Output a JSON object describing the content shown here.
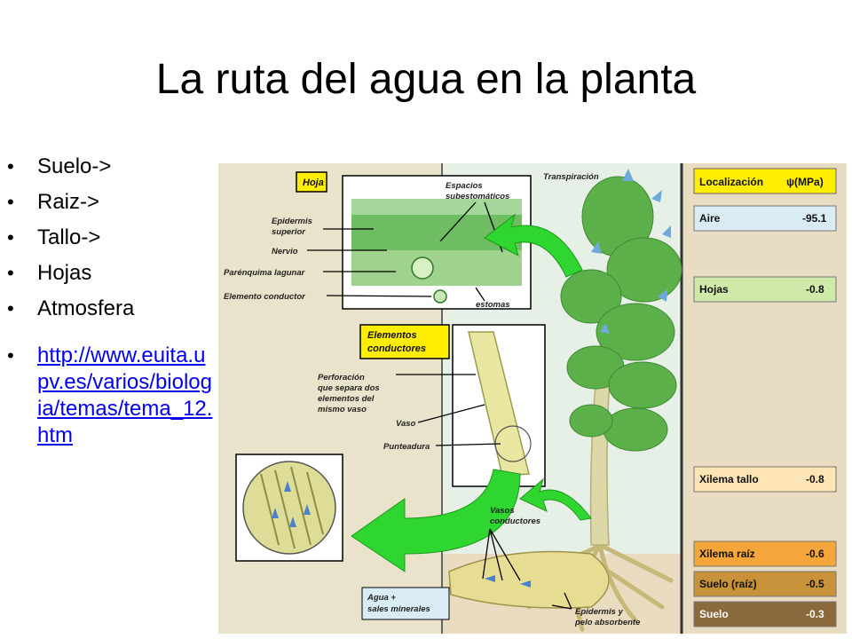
{
  "slide": {
    "title": "La ruta del agua en la planta",
    "bullets": [
      "Suelo->",
      " Raiz->",
      "Tallo->",
      "Hojas",
      "Atmosfera"
    ],
    "link": "http://www.euita.upv.es/varios/biologia/temas/tema_12.htm"
  },
  "figure": {
    "labels": {
      "hoja": "Hoja",
      "espacios1": "Espacios",
      "espacios2": "subestomáticos",
      "transpiracion": "Transpiración",
      "epidermis1": "Epidermis",
      "epidermis2": "superior",
      "nervio": "Nervio",
      "parenquima": "Parénquima lagunar",
      "elemento_conductor": "Elemento conductor",
      "estomas": "estomas",
      "elementos1": "Elementos",
      "elementos2": "conductores",
      "perforacion1": "Perforación",
      "perforacion2": "que separa dos",
      "perforacion3": "elementos del",
      "perforacion4": "mismo vaso",
      "vaso": "Vaso",
      "punteadura": "Punteadura",
      "vasos1": "Vasos",
      "vasos2": "conductores",
      "agua1": "Agua +",
      "agua2": "sales minerales",
      "epidermis_y": "Epidermis y",
      "pelo": "pelo absorbente"
    },
    "potential_table": {
      "header_location": "Localización",
      "header_psi": "ψ(MPa)",
      "rows": [
        {
          "location": "Aire",
          "value": "-95.1",
          "color": "#d9ecf4"
        },
        {
          "location": "Hojas",
          "value": "-0.8",
          "color": "#cfe9a8"
        },
        {
          "location": "Xilema tallo",
          "value": "-0.8",
          "color": "#fde5b6"
        },
        {
          "location": "Xilema raíz",
          "value": "-0.6",
          "color": "#f4a63a"
        },
        {
          "location": "Suelo (raíz)",
          "value": "-0.5",
          "color": "#c8923a"
        },
        {
          "location": "Suelo",
          "value": "-0.3",
          "color": "#8a6a3c"
        }
      ]
    },
    "colors": {
      "arrow_green": "#2fd62f",
      "header_yellow": "#ffee00",
      "water_blue": "#6fa8dc"
    }
  }
}
